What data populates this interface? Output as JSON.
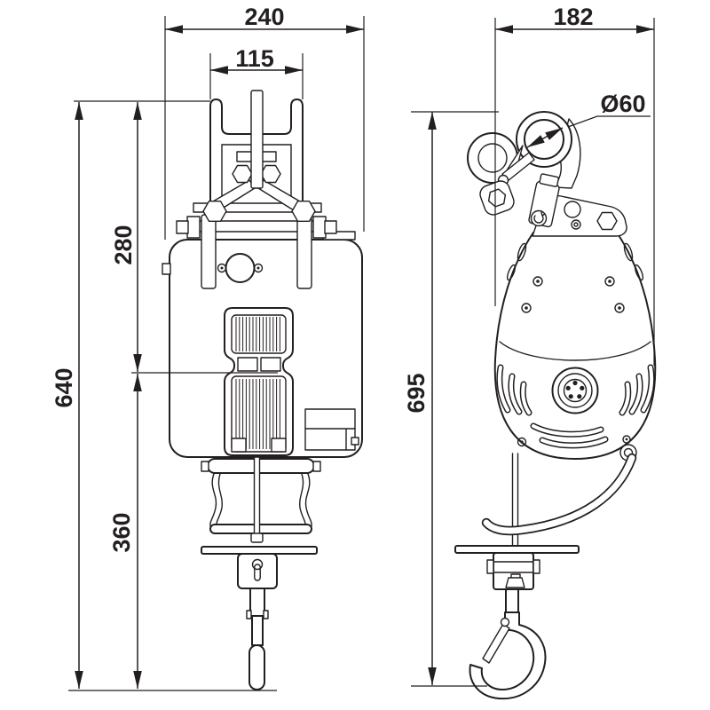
{
  "drawing": {
    "background": "#ffffff",
    "line_color": "#231f20",
    "description": "Two-view dimensioned outline drawing of a portable electric wire-rope hoist",
    "views": {
      "front": {
        "label": "front-view",
        "dims": {
          "overall_width": "240",
          "saddle_width": "115",
          "upper_height": "280",
          "overall_height": "640",
          "lower_height": "360"
        }
      },
      "side": {
        "label": "side-view",
        "dims": {
          "overall_width": "182",
          "eye_diameter": "Ø60",
          "overall_height": "695"
        }
      }
    }
  }
}
